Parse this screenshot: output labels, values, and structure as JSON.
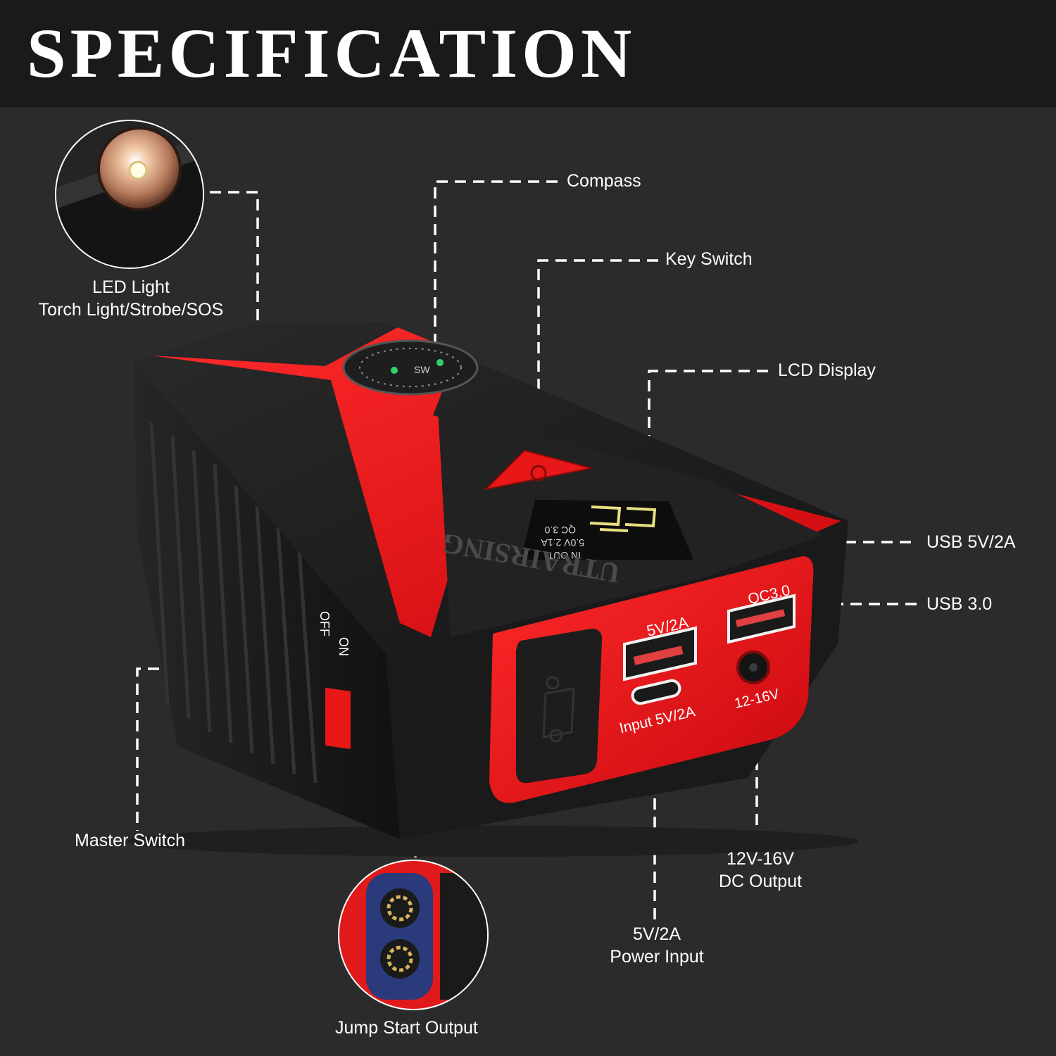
{
  "title": "SPECIFICATION",
  "brand": "UTRAIRSING",
  "colors": {
    "accent": "#e8141c",
    "body": "#1c1c1c",
    "background": "#2b2b2b",
    "header": "#1a1a1a"
  },
  "callouts": {
    "led_light": {
      "line1": "LED Light",
      "line2": "Torch Light/Strobe/SOS"
    },
    "compass": "Compass",
    "key_switch": "Key Switch",
    "lcd_display": "LCD Display",
    "usb_5v2a": "USB 5V/2A",
    "usb_30": "USB 3.0",
    "master_switch": "Master Switch",
    "jump_start_output": "Jump Start Output",
    "dc_output": {
      "line1": "12V-16V",
      "line2": "DC Output"
    },
    "power_input": {
      "line1": "5V/2A",
      "line2": "Power Input"
    }
  },
  "device_labels": {
    "port_5v2a": "5V/2A",
    "qc30": "QC3.0",
    "input": "Input 5V/2A",
    "dc_port": "12-16V",
    "on": "ON",
    "off": "OFF",
    "lcd_in_out": "IN OUT",
    "lcd_spec": "5.0V 2.1A",
    "lcd_qc": "QC 3.0",
    "compass_marks": "SW"
  }
}
